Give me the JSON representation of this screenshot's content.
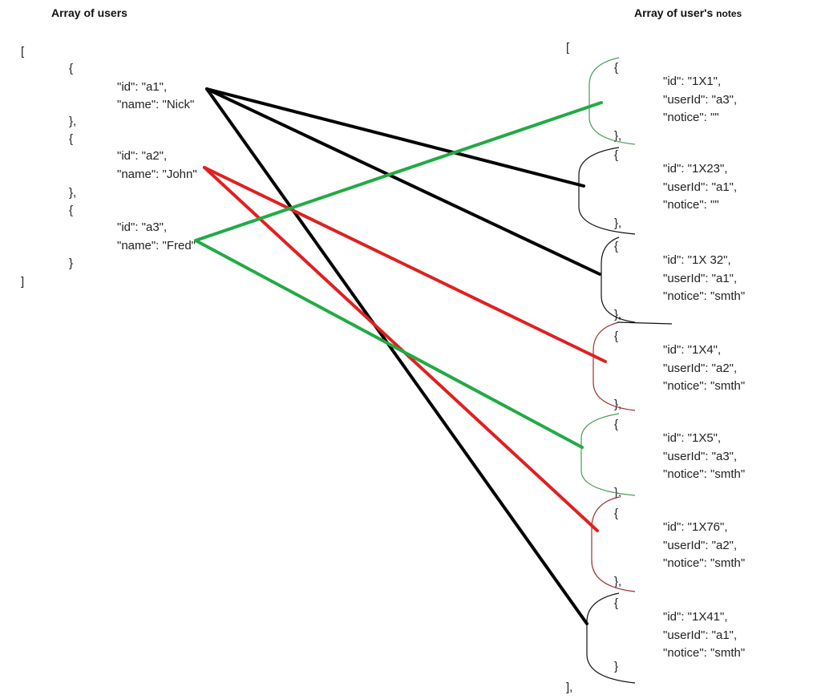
{
  "users_title": "Array of users",
  "notes_title_main": "Array of user's",
  "notes_title_small": "notes",
  "users": [
    {
      "id_line": "\"id\": \"a1\",",
      "name_line": "\"name\": \"Nick\""
    },
    {
      "id_line": "\"id\": \"a2\",",
      "name_line": "\"name\": \"John\""
    },
    {
      "id_line": "\"id\": \"a3\",",
      "name_line": "\"name\": \"Fred\""
    }
  ],
  "notes": [
    {
      "id_line": "\"id\": \"1X1\",",
      "user_line": "\"userId\": \"a3\",",
      "notice_line": "\"notice\": \"\"",
      "color": "#4a9a5a"
    },
    {
      "id_line": "\"id\": \"1X23\",",
      "user_line": "\"userId\": \"a1\",",
      "notice_line": "\"notice\": \"\"",
      "color": "#111111"
    },
    {
      "id_line": "\"id\": \"1X 32\",",
      "user_line": "\"userId\": \"a1\",",
      "notice_line": "\"notice\": \"smth\"",
      "color": "#111111"
    },
    {
      "id_line": "\"id\": \"1X4\",",
      "user_line": "\"userId\": \"a2\",",
      "notice_line": "\"notice\": \"smth\"",
      "color": "#a03030"
    },
    {
      "id_line": "\"id\": \"1X5\",",
      "user_line": "\"userId\": \"a3\",",
      "notice_line": "\"notice\": \"smth\"",
      "color": "#4a9a5a"
    },
    {
      "id_line": "\"id\": \"1X76\",",
      "user_line": "\"userId\": \"a2\",",
      "notice_line": "\"notice\": \"smth\"",
      "color": "#a03030"
    },
    {
      "id_line": "\"id\": \"1X41\",",
      "user_line": "\"userId\": \"a1\",",
      "notice_line": "\"notice\": \"smth\"",
      "color": "#111111"
    }
  ],
  "syntax": {
    "open_array": "[",
    "close_array": "]",
    "close_array_comma": "],",
    "open_obj": "{",
    "close_obj": "}",
    "close_obj_comma": "},"
  },
  "links": [
    {
      "user": "a1",
      "note": "1X23",
      "color": "#000000"
    },
    {
      "user": "a1",
      "note": "1X 32",
      "color": "#000000"
    },
    {
      "user": "a1",
      "note": "1X41",
      "color": "#000000"
    },
    {
      "user": "a2",
      "note": "1X4",
      "color": "#e02020"
    },
    {
      "user": "a2",
      "note": "1X76",
      "color": "#e02020"
    },
    {
      "user": "a3",
      "note": "1X1",
      "color": "#22aa44"
    },
    {
      "user": "a3",
      "note": "1X5",
      "color": "#22aa44"
    }
  ]
}
